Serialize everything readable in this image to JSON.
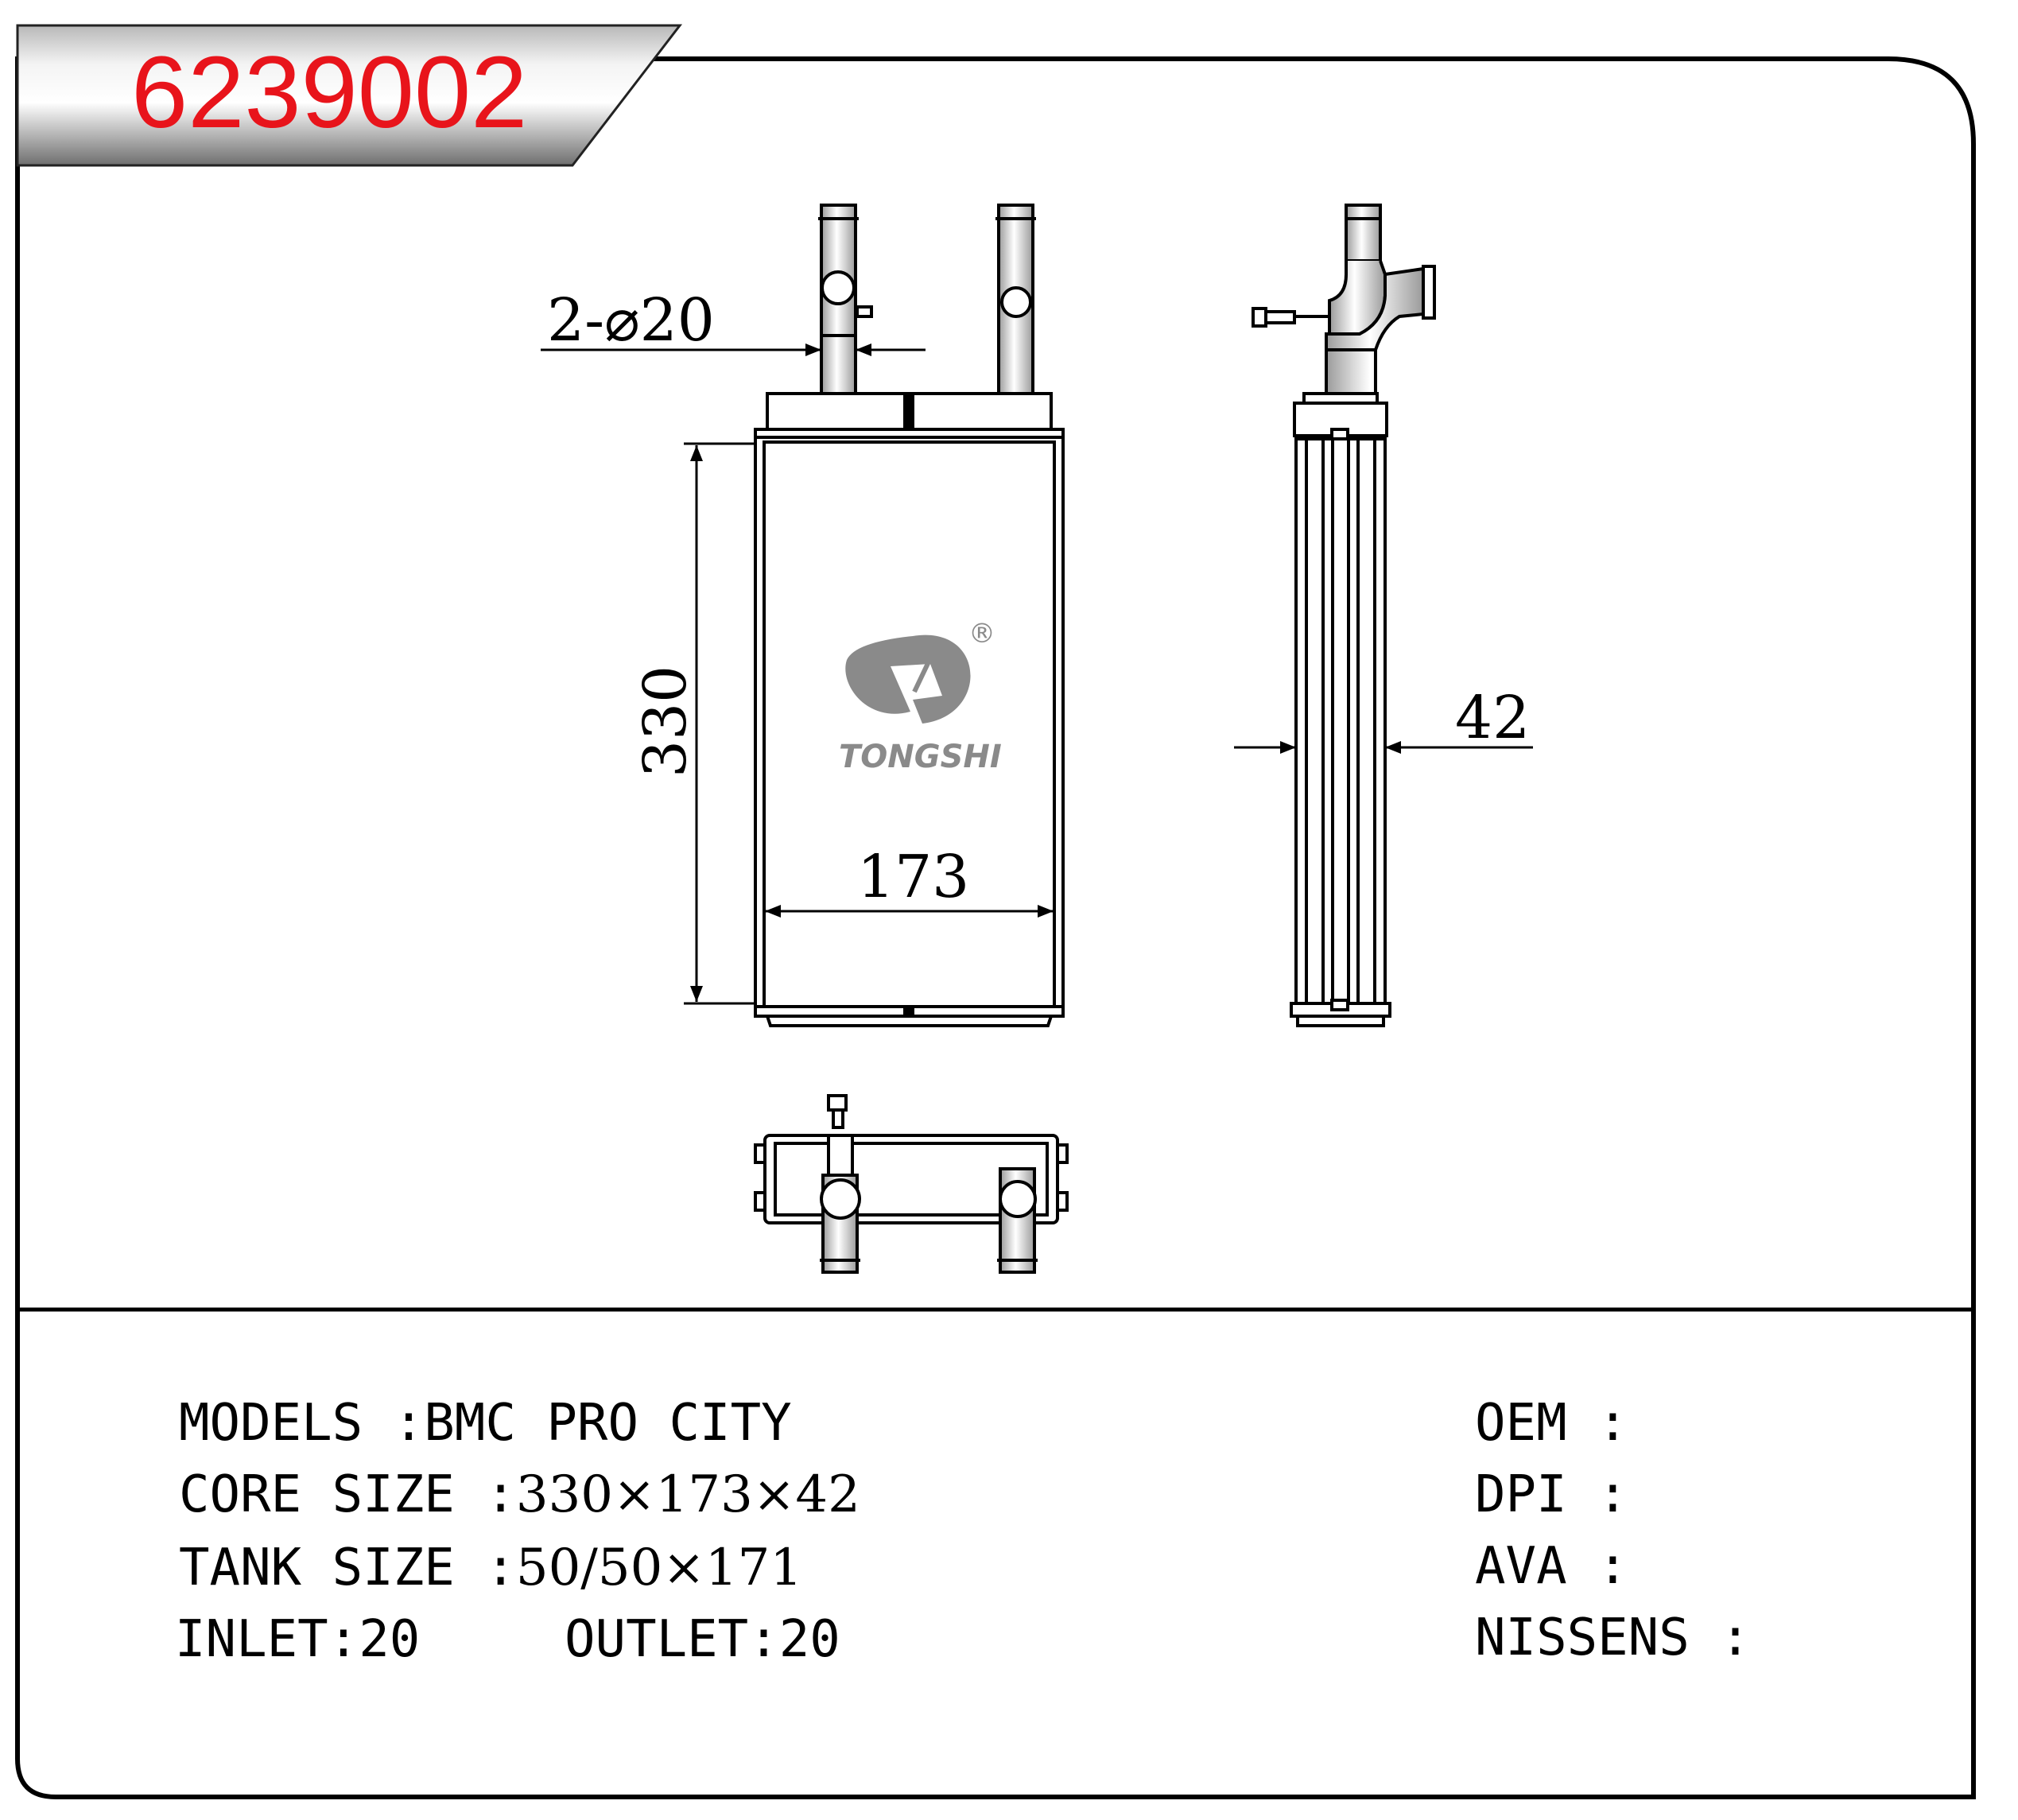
{
  "header": {
    "part_number": "6239002",
    "part_number_color": "#e8141b"
  },
  "drawing": {
    "dimensions": {
      "pipe": "2-⌀20",
      "height": "330",
      "width": "173",
      "depth": "42"
    },
    "logo": {
      "text": "TONGSHI",
      "registered_mark": "®",
      "color": "#8a8a8a"
    }
  },
  "specs": {
    "models": {
      "label": "MODELS",
      "separator": " :",
      "value": "BMC PRO CITY"
    },
    "core_size": {
      "label": "CORE SIZE",
      "separator": " :",
      "value": "330×173×42"
    },
    "tank_size": {
      "label": "TANK SIZE",
      "separator": " :",
      "value": "50/50×171"
    },
    "inlet": {
      "label": "INLET",
      "separator": ":",
      "value": "20"
    },
    "outlet": {
      "label": "OUTLET",
      "separator": ":",
      "value": "20"
    }
  },
  "references": {
    "oem": {
      "label": "OEM",
      "separator": " :",
      "value": ""
    },
    "dpi": {
      "label": "DPI",
      "separator": " :",
      "value": ""
    },
    "ava": {
      "label": "AVA",
      "separator": " :",
      "value": ""
    },
    "nissens": {
      "label": "NISSENS",
      "separator": " :",
      "value": ""
    }
  }
}
